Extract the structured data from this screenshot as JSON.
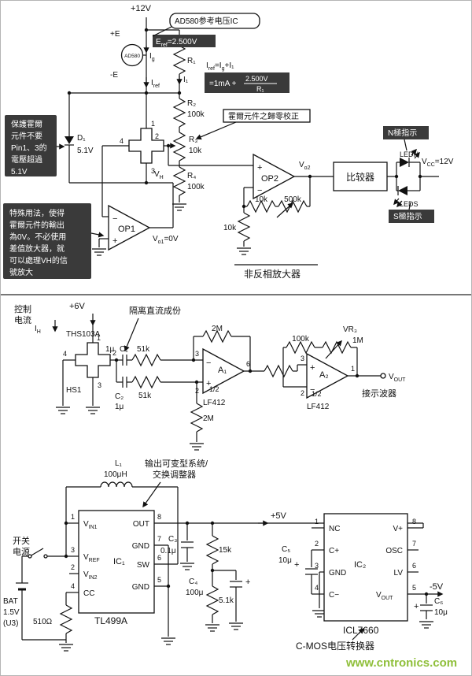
{
  "wm": {
    "t": "www.cntronics.com",
    "color": "#8fbf3a"
  },
  "colors": {
    "callout_bg": "#3a3a3a",
    "callout_text": "#ffffff",
    "ink": "#111111"
  },
  "t": {
    "sup": "+12V",
    "ad": "AD580",
    "adc": "AD580参考电压IC",
    "pe": "+E",
    "me": "-E",
    "eref": {
      "b": "E",
      "s": "ref",
      "x": "=2.500V"
    },
    "ig": {
      "b": "I",
      "s": "g"
    },
    "i1": "I₁",
    "iref": {
      "b": "I",
      "s": "ref"
    },
    "f": {
      "a": "I",
      "as": "ref",
      "b": "=I",
      "bs": "g",
      "c": "+I₁",
      "l2": "=1mA +",
      "num": "2.500V",
      "den": "R₁"
    },
    "r1": "R₁",
    "r2": "R₂",
    "r2v": "100k",
    "r3": "R₃",
    "r3v": "10k",
    "r4": "R₄",
    "r4v": "100k",
    "zc": "霍爾元件之歸零校正",
    "pc": [
      "保護霍爾",
      "元件不要",
      "Pin1、3的",
      "電壓超過",
      "5.1V"
    ],
    "sc": [
      "特殊用法，使得",
      "霍爾元件的輸出",
      "為0V。不必使用",
      "差值放大器，就",
      "可以處理VH的信",
      "號放大"
    ],
    "d1": "D₁",
    "d1v": "5.1V",
    "n1": "1",
    "n2": "2",
    "n3": "3",
    "n4": "4",
    "vh": {
      "b": "V",
      "s": "H"
    },
    "op1": "OP1",
    "vo1": {
      "b": "V",
      "s": "o1",
      "x": "=0V"
    },
    "op2": "OP2",
    "vo2": {
      "b": "V",
      "s": "o2"
    },
    "p": "+",
    "m": "−",
    "f10a": "10k",
    "f500": "500k",
    "f10b": "10k",
    "ni": "非反相放大器",
    "cmp": "比较器",
    "ledn": "LEDN",
    "leds": "LEDS",
    "nc": "N極指示",
    "sc2": "S極指示",
    "vcc": {
      "b": "V",
      "s": "CC",
      "x": "=12V"
    }
  },
  "b": {
    "c1l": "控制",
    "c2l": "电流",
    "ih": {
      "b": "I",
      "s": "H"
    },
    "sup6": "+6V",
    "ths": "THS103A",
    "iso": "隔离直流成份",
    "hs1": "HS1",
    "n1": "1",
    "n2": "2",
    "n3": "3",
    "n4": "4",
    "cc1": "C₁",
    "cc1v": "1μ",
    "r51a": "51k",
    "cc2": "C₂",
    "cc2v": "1μ",
    "r51b": "51k",
    "r2ma": "2M",
    "r2mb": "2M",
    "a1": "A₁",
    "a2": "A₂",
    "half": "1/2",
    "lf": "LF412",
    "lf2": "LF412",
    "p3": "3",
    "p2": "2",
    "p6": "6",
    "p1": "1",
    "p": "+",
    "m": "−",
    "r100": "100k",
    "vr3": "VR₃",
    "vr3v": "1M",
    "vout": {
      "b": "V",
      "s": "OUT"
    },
    "scope": "接示波器",
    "l1": "L₁",
    "l1v": "100μH",
    "sys1": "输出可变型系统/",
    "sys2": "交换调整器",
    "sw1": "开关",
    "sw2": "电源",
    "bat": "BAT",
    "batv": "1.5V",
    "batu": "(U3)",
    "r510": "510Ω",
    "ic1": "IC₁",
    "tl": "TL499A",
    "vin1": {
      "b": "V",
      "s": "IN1"
    },
    "vref": {
      "b": "V",
      "s": "REF"
    },
    "vin2": {
      "b": "V",
      "s": "IN2"
    },
    "cc": "CC",
    "out": "OUT",
    "gnd": "GND",
    "sw": "SW",
    "gnd2": "GND",
    "tn1": "1",
    "tn3": "3",
    "tn2": "2",
    "tn4": "4",
    "tn8": "8",
    "tn7": "7",
    "tn6": "6",
    "tn5": "5",
    "sup5": "+5V",
    "c3": "C₃",
    "c3v": "0.1μ",
    "r15": "15k",
    "c4": "C₄",
    "c4v": "100μ",
    "r5k1": "5.1k",
    "ic2": "IC₂",
    "icl": "ICL7660",
    "inc": "NC",
    "icp": "C+",
    "ignd": "GND",
    "icm": "C−",
    "ivp": "V+",
    "iosc": "OSC",
    "ilv": "LV",
    "ivout": {
      "b": "V",
      "s": "OUT"
    },
    "in1": "1",
    "in2": "2",
    "in3": "3",
    "in4": "4",
    "in8": "8",
    "in7": "7",
    "in6": "6",
    "in5": "5",
    "c5": "C₅",
    "c5v": "10μ",
    "c6": "C₆",
    "c6v": "10μ",
    "m5": "-5V",
    "pl": "+",
    "cmos": "C-MOS电压转换器"
  }
}
